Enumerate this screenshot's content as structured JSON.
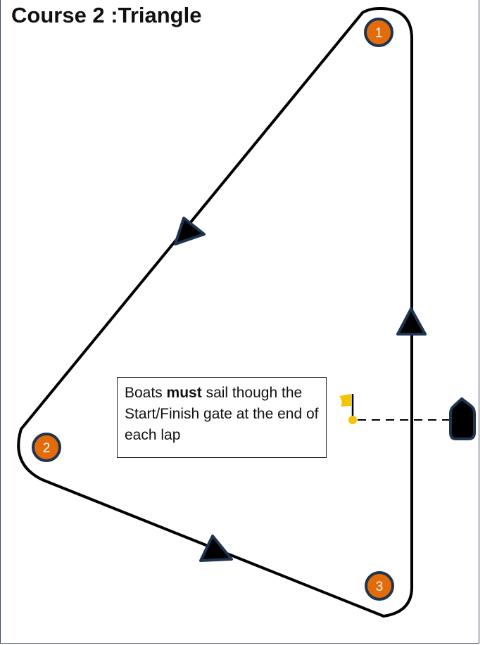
{
  "title": "Course 2 :Triangle",
  "marks": [
    {
      "label": "1",
      "color": "#E36C0A"
    },
    {
      "label": "2",
      "color": "#E36C0A"
    },
    {
      "label": "3",
      "color": "#E36C0A"
    }
  ],
  "note": {
    "prefix": "Boats ",
    "emphasis": "must",
    "suffix": " sail though the Start/Finish gate at the end of each lap"
  },
  "colors": {
    "course_line": "#000000",
    "arrow_fill": "#000000",
    "outline": "#1F3450",
    "flag": "#F5C400",
    "committee_boat": "#000000"
  }
}
